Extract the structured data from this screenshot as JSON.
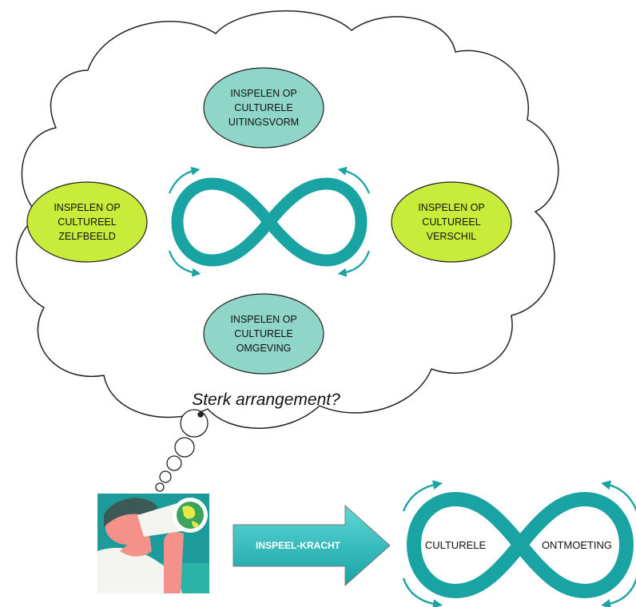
{
  "cloud": {
    "top": [
      "INSPELEN OP",
      "CULTURELE",
      "UITINGSVORM"
    ],
    "left": [
      "INSPELEN OP",
      "CULTUREEL",
      "ZELFBEELD"
    ],
    "right": [
      "INSPELEN OP",
      "CULTUREEL",
      "VERSCHIL"
    ],
    "bottom": [
      "INSPELEN OP",
      "CULTURELE",
      "OMGEVING"
    ],
    "caption": "Sterk arrangement?"
  },
  "arrow": {
    "label": "INSPEEL-KRACHT"
  },
  "outcome": {
    "left_label": "CULTURELE",
    "right_label": "ONTMOETING"
  },
  "colors": {
    "teal": "#1aa3a3",
    "teal_oval": "#8fd6c9",
    "lime_oval": "#c9ec3a",
    "arrow_fill": "#2bbfc1",
    "icon_bg": "#1d9a9a"
  },
  "icons": {
    "person": "person-binoculars-icon",
    "globe": "globe-icon"
  }
}
